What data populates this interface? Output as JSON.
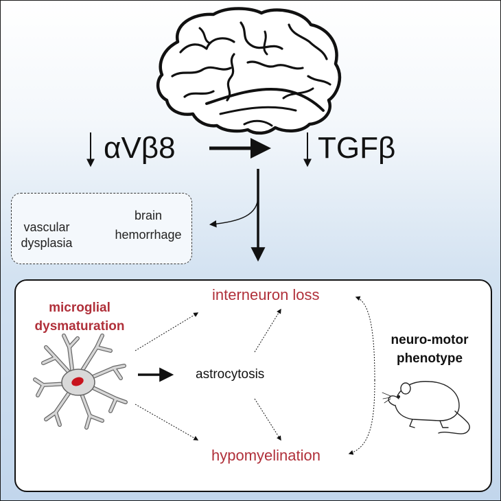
{
  "top": {
    "avb8_label": "αVβ8",
    "tgfb_label": "TGFβ"
  },
  "side_box": {
    "vascular_label_line1": "vascular",
    "vascular_label_line2": "dysplasia",
    "brain_label_line1": "brain",
    "brain_label_line2": "hemorrhage"
  },
  "main_box": {
    "microglia_label_line1": "microglial",
    "microglia_label_line2": "dysmaturation",
    "interneuron_label": "interneuron loss",
    "astrocytosis_label": "astrocytosis",
    "hypomyelination_label": "hypomyelination",
    "phenotype_label_line1": "neuro-motor",
    "phenotype_label_line2": "phenotype"
  },
  "colors": {
    "accent_red": "#b0303a",
    "cell_red": "#c8141e",
    "gradient_top": "#ffffff",
    "gradient_bottom": "#c2d6ec"
  },
  "icons": [
    "brain-icon",
    "blood-vessel-icon",
    "microglia-cell-icon",
    "mouse-icon"
  ]
}
